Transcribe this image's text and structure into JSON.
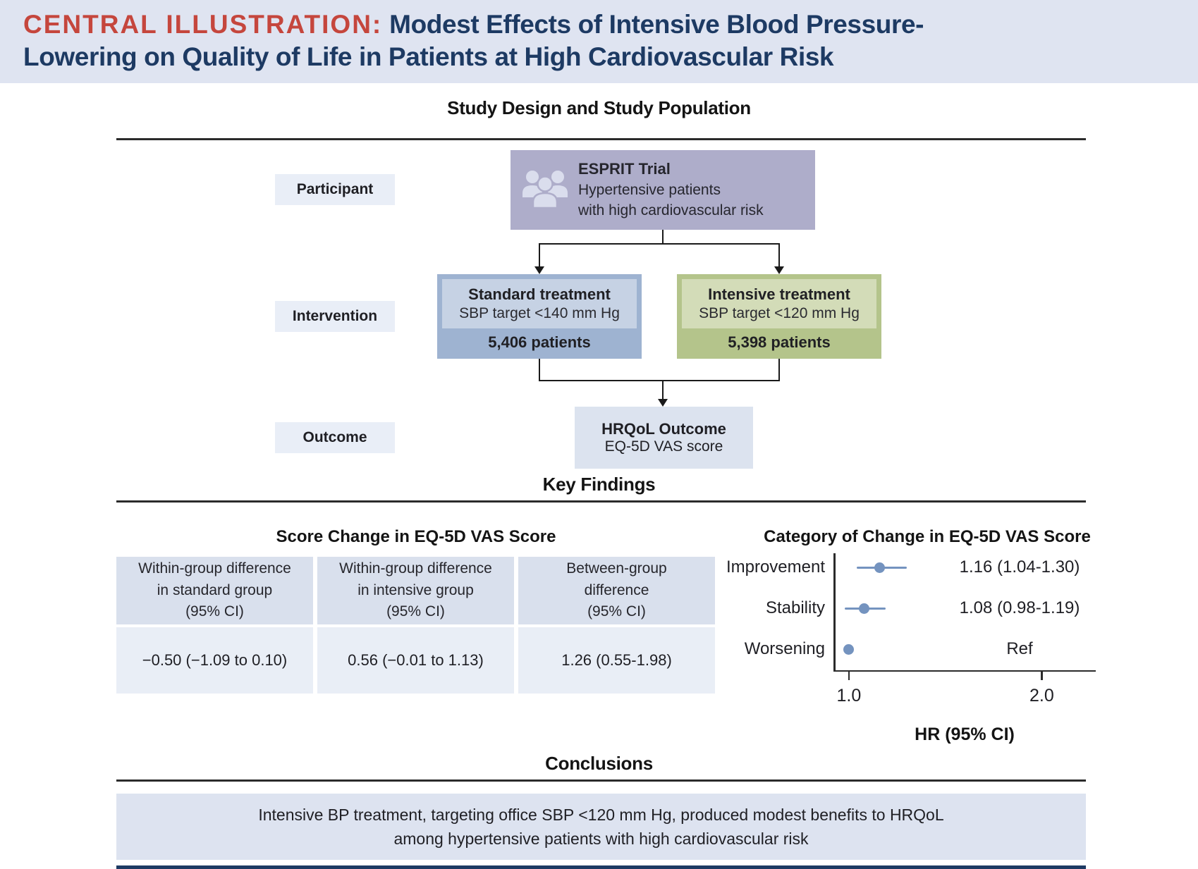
{
  "header": {
    "eyebrow": "CENTRAL ILLUSTRATION:",
    "title_line1": "Modest Effects of Intensive Blood Pressure-",
    "title_line2": "Lowering on Quality of Life in Patients at High Cardiovascular Risk"
  },
  "colors": {
    "header_bg": "#dfe4f1",
    "accent_red": "#c5463d",
    "title_navy": "#1d3a63",
    "row_label_bg": "#e9eef7",
    "trial_box_purple": "#aeadca",
    "standard_box_blue": "#9eb3d1",
    "standard_inner_blue": "#c6d2e4",
    "intensive_box_green": "#b4c48b",
    "intensive_inner_green": "#d3dcb8",
    "outcome_box_bg": "#dce3ef",
    "table_header_bg": "#d9e0ed",
    "table_value_bg": "#e9eef6",
    "conclusion_bg": "#dde3f0",
    "forest_point_blue": "#7493bf",
    "bottom_bar_navy": "#1d3a63"
  },
  "study_design": {
    "heading": "Study Design and Study Population",
    "participant_label": "Participant",
    "intervention_label": "Intervention",
    "outcome_label": "Outcome",
    "trial": {
      "name": "ESPRIT Trial",
      "description": "Hypertensive patients\nwith high cardiovascular risk",
      "icon": "people-group-icon"
    },
    "arms": [
      {
        "title": "Standard treatment",
        "target": "SBP target <140 mm Hg",
        "patients": "5,406 patients"
      },
      {
        "title": "Intensive treatment",
        "target": "SBP target <120 mm Hg",
        "patients": "5,398 patients"
      }
    ],
    "outcome": {
      "title": "HRQoL Outcome",
      "measure": "EQ-5D VAS score"
    }
  },
  "key_findings": {
    "heading": "Key Findings",
    "score_table": {
      "title": "Score Change in EQ-5D VAS Score",
      "columns": [
        {
          "header": "Within-group difference\nin standard group\n(95% CI)",
          "value": "−0.50 (−1.09 to 0.10)"
        },
        {
          "header": "Within-group difference\nin intensive group\n(95% CI)",
          "value": "0.56 (−0.01 to 1.13)"
        },
        {
          "header": "Between-group\ndifference\n(95% CI)",
          "value": "1.26 (0.55-1.98)"
        }
      ]
    }
  },
  "chart_data": {
    "type": "scatter",
    "subtype": "forest",
    "title": "Category of Change in EQ-5D VAS Score",
    "xlabel": "HR (95% CI)",
    "categories": [
      "Improvement",
      "Stability",
      "Worsening"
    ],
    "series": [
      {
        "name": "HR",
        "values": [
          1.16,
          1.08,
          1.0
        ],
        "ci_low": [
          1.04,
          0.98,
          null
        ],
        "ci_high": [
          1.3,
          1.19,
          null
        ]
      }
    ],
    "value_labels": [
      "1.16 (1.04-1.30)",
      "1.08 (0.98-1.19)",
      "Ref"
    ],
    "xticks": [
      1.0,
      2.0
    ],
    "xtick_labels": [
      "1.0",
      "2.0"
    ],
    "xlim": [
      0.92,
      2.28
    ],
    "grid": false,
    "legend": "none",
    "point_color": "#7493bf"
  },
  "conclusions": {
    "heading": "Conclusions",
    "text": "Intensive BP treatment, targeting office SBP <120 mm Hg, produced modest benefits to HRQoL\namong hypertensive patients with high cardiovascular risk"
  }
}
